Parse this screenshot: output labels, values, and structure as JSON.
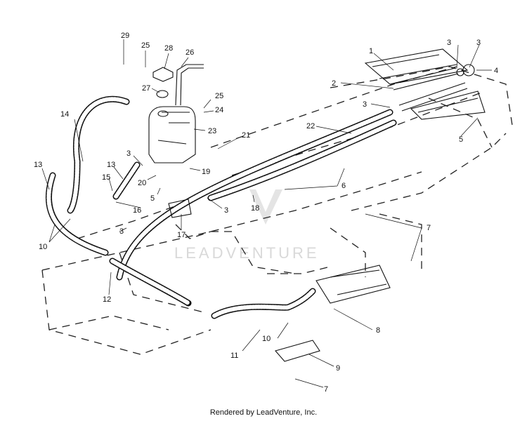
{
  "diagram": {
    "watermark": "LEADVENTURE",
    "callouts": [
      {
        "id": "c29",
        "text": "29"
      },
      {
        "id": "c25a",
        "text": "25"
      },
      {
        "id": "c28",
        "text": "28"
      },
      {
        "id": "c26",
        "text": "26"
      },
      {
        "id": "c27",
        "text": "27"
      },
      {
        "id": "c25b",
        "text": "25"
      },
      {
        "id": "c24",
        "text": "24"
      },
      {
        "id": "c14",
        "text": "14"
      },
      {
        "id": "c23",
        "text": "23"
      },
      {
        "id": "c21",
        "text": "21"
      },
      {
        "id": "c22",
        "text": "22"
      },
      {
        "id": "c3a",
        "text": "3"
      },
      {
        "id": "c13a",
        "text": "13"
      },
      {
        "id": "c13b",
        "text": "13"
      },
      {
        "id": "c19",
        "text": "19"
      },
      {
        "id": "c20",
        "text": "20"
      },
      {
        "id": "c15",
        "text": "15"
      },
      {
        "id": "c5a",
        "text": "5"
      },
      {
        "id": "c16",
        "text": "16"
      },
      {
        "id": "c3b",
        "text": "3"
      },
      {
        "id": "c18",
        "text": "18"
      },
      {
        "id": "c6",
        "text": "6"
      },
      {
        "id": "c17",
        "text": "17"
      },
      {
        "id": "c3c",
        "text": "3"
      },
      {
        "id": "c10a",
        "text": "10"
      },
      {
        "id": "c12",
        "text": "12"
      },
      {
        "id": "c1",
        "text": "1"
      },
      {
        "id": "c3d",
        "text": "3"
      },
      {
        "id": "c3e",
        "text": "3"
      },
      {
        "id": "c4",
        "text": "4"
      },
      {
        "id": "c2",
        "text": "2"
      },
      {
        "id": "c3f",
        "text": "3"
      },
      {
        "id": "c5b",
        "text": "5"
      },
      {
        "id": "c7a",
        "text": "7"
      },
      {
        "id": "c8",
        "text": "8"
      },
      {
        "id": "c10b",
        "text": "10"
      },
      {
        "id": "c11",
        "text": "11"
      },
      {
        "id": "c9",
        "text": "9"
      },
      {
        "id": "c7b",
        "text": "7"
      }
    ]
  },
  "footer": {
    "text": "Rendered by LeadVenture, Inc."
  }
}
